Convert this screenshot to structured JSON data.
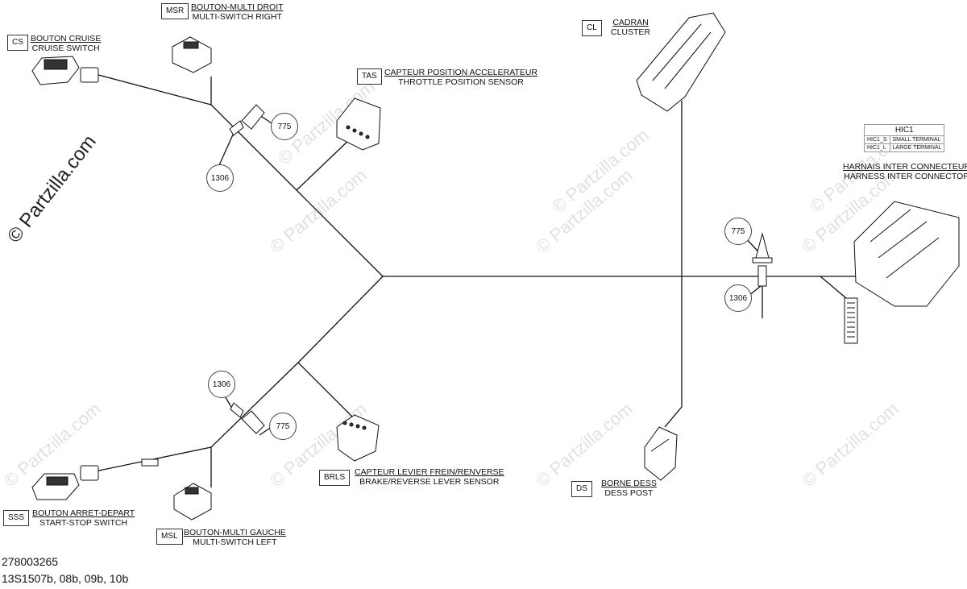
{
  "watermark": "© Partzilla.com",
  "components": {
    "cs": {
      "code": "CS",
      "fr": "BOUTON CRUISE",
      "en": "CRUISE SWITCH"
    },
    "msr": {
      "code": "MSR",
      "fr": "BOUTON-MULTI DROIT",
      "en": "MULTI-SWITCH RIGHT"
    },
    "tas": {
      "code": "TAS",
      "fr": "CAPTEUR POSITION ACCELERATEUR",
      "en": "THROTTLE POSITION SENSOR"
    },
    "cl": {
      "code": "CL",
      "fr": "CADRAN",
      "en": "CLUSTER"
    },
    "hic": {
      "fr": "HARNAIS INTER CONNECTEUR",
      "en": "HARNESS INTER CONNECTOR"
    },
    "ds": {
      "code": "DS",
      "fr": "BORNE DESS",
      "en": "DESS POST"
    },
    "brls": {
      "code": "BRLS",
      "fr": "CAPTEUR LEVIER FREIN/RENVERSE",
      "en": "BRAKE/REVERSE LEVER SENSOR"
    },
    "sss": {
      "code": "SSS",
      "fr": "BOUTON ARRET-DEPART",
      "en": "START-STOP SWITCH"
    },
    "msl": {
      "code": "MSL",
      "fr": "BOUTON-MULTI GAUCHE",
      "en": "MULTI-SWITCH LEFT"
    }
  },
  "hic_table": {
    "title": "HIC1",
    "rows": [
      {
        "code": "HIC1_S",
        "desc": "SMALL TERMINAL"
      },
      {
        "code": "HIC1_L",
        "desc": "LARGE TERMINAL"
      }
    ]
  },
  "callouts": {
    "top_775": "775",
    "top_1306": "1306",
    "right_775": "775",
    "right_1306": "1306",
    "bottom_1306": "1306",
    "bottom_775": "775"
  },
  "footer": {
    "part_number": "278003265",
    "revision": "13S1507b, 08b, 09b, 10b"
  },
  "colors": {
    "line": "#111111",
    "watermark": "#e1e1e1"
  }
}
